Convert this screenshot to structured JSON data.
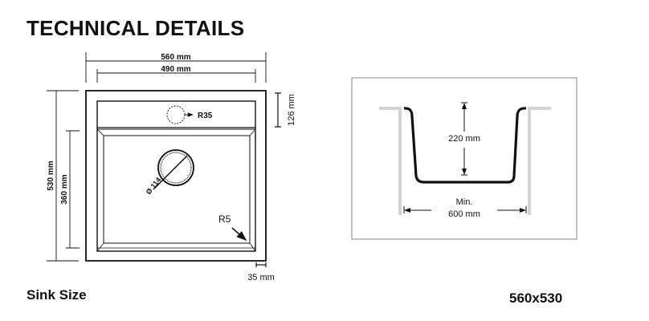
{
  "header": {
    "title": "TECHNICAL DETAILS"
  },
  "top_view": {
    "overall_width": "560 mm",
    "bowl_width": "490 mm",
    "overall_depth": "530 mm",
    "bowl_depth": "360 mm",
    "deck_depth": "126 mm",
    "tap_hole": "R35",
    "drain": "Ø 114",
    "corner_radius": "R5",
    "rim": "35 mm"
  },
  "side_view": {
    "bowl_height": "220 mm",
    "cabinet_min_label": "Min.",
    "cabinet_min_value": "600 mm"
  },
  "footer": {
    "sink_size_label": "Sink Size",
    "sink_size_value": "560x530"
  }
}
